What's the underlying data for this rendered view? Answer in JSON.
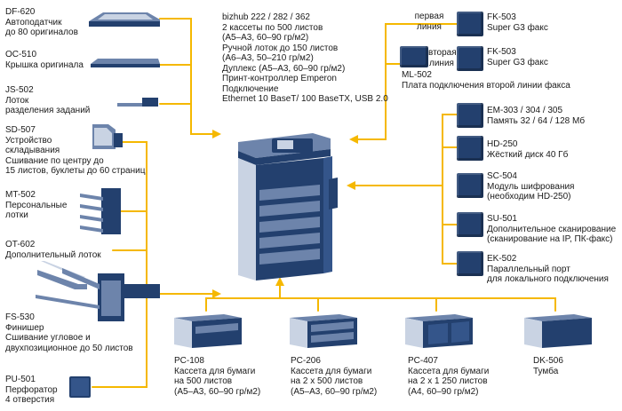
{
  "colors": {
    "connector": "#f5b800",
    "device": "#23406e",
    "device_light": "#6d84ab",
    "device_pale": "#c9d3e3"
  },
  "center": {
    "lines": [
      "bizhub 222 / 282 / 362",
      "2 кассеты по 500 листов",
      "(A5–A3, 60–90 гр/м2)",
      "Ручной лоток до 150 листов",
      "(A6–A3, 50–210 гр/м2)",
      "Дуплекс (A5–A3, 60–90 гр/м2)",
      "Принт-контроллер Emperon",
      "Подключение",
      "Ethernet 10 BaseT/ 100 BaseTX, USB 2.0"
    ]
  },
  "left": [
    {
      "code": "DF-620",
      "lines": [
        "Автоподатчик",
        "до 80 оригиналов"
      ]
    },
    {
      "code": "OC-510",
      "lines": [
        "Крышка оригинала"
      ]
    },
    {
      "code": "JS-502",
      "lines": [
        "Лоток",
        "разделения заданий"
      ]
    },
    {
      "code": "SD-507",
      "lines": [
        "Устройство",
        "складывания",
        "Сшивание по центру до",
        "15 листов, буклеты до 60 страниц"
      ]
    },
    {
      "code": "MT-502",
      "lines": [
        "Персональные",
        "лотки"
      ]
    },
    {
      "code": "OT-602",
      "lines": [
        "Дополнительный лоток"
      ]
    },
    {
      "code": "FS-530",
      "lines": [
        "Финишер",
        "Сшивание угловое и",
        "двухпозиционное до 50 листов"
      ]
    },
    {
      "code": "PU-501",
      "lines": [
        "Перфоратор",
        "4 отверстия"
      ]
    }
  ],
  "fax": {
    "first_line": "первая линия",
    "second_line": "вторая линия",
    "fk1": {
      "code": "FK-503",
      "desc": "Super G3 факс"
    },
    "fk2": {
      "code": "FK-503",
      "desc": "Super G3 факс"
    },
    "ml": {
      "code": "ML-502",
      "desc": "Плата подключения второй линии факса"
    }
  },
  "right": [
    {
      "code": "EM-303 / 304 / 305",
      "lines": [
        "Память 32 / 64 / 128 Мб"
      ]
    },
    {
      "code": "HD-250",
      "lines": [
        "Жёсткий диск 40 Гб"
      ]
    },
    {
      "code": "SC-504",
      "lines": [
        "Модуль шифрования",
        "(необходим HD-250)"
      ]
    },
    {
      "code": "SU-501",
      "lines": [
        "Дополнительное сканирование",
        "(сканирование на IP, ПК-факс)"
      ]
    },
    {
      "code": "EK-502",
      "lines": [
        "Параллельный порт",
        "для локального подключения"
      ]
    }
  ],
  "bottom": [
    {
      "code": "PC-108",
      "lines": [
        "Кассета для бумаги",
        "на 500 листов",
        "(A5–A3, 60–90 гр/м2)"
      ]
    },
    {
      "code": "PC-206",
      "lines": [
        "Кассета для бумаги",
        "на 2 х 500 листов",
        "(A5–A3, 60–90 гр/м2)"
      ]
    },
    {
      "code": "PC-407",
      "lines": [
        "Кассета для бумаги",
        "на 2 х 1 250 листов",
        "(A4, 60–90 гр/м2)"
      ]
    },
    {
      "code": "DK-506",
      "lines": [
        "Тумба"
      ]
    }
  ]
}
